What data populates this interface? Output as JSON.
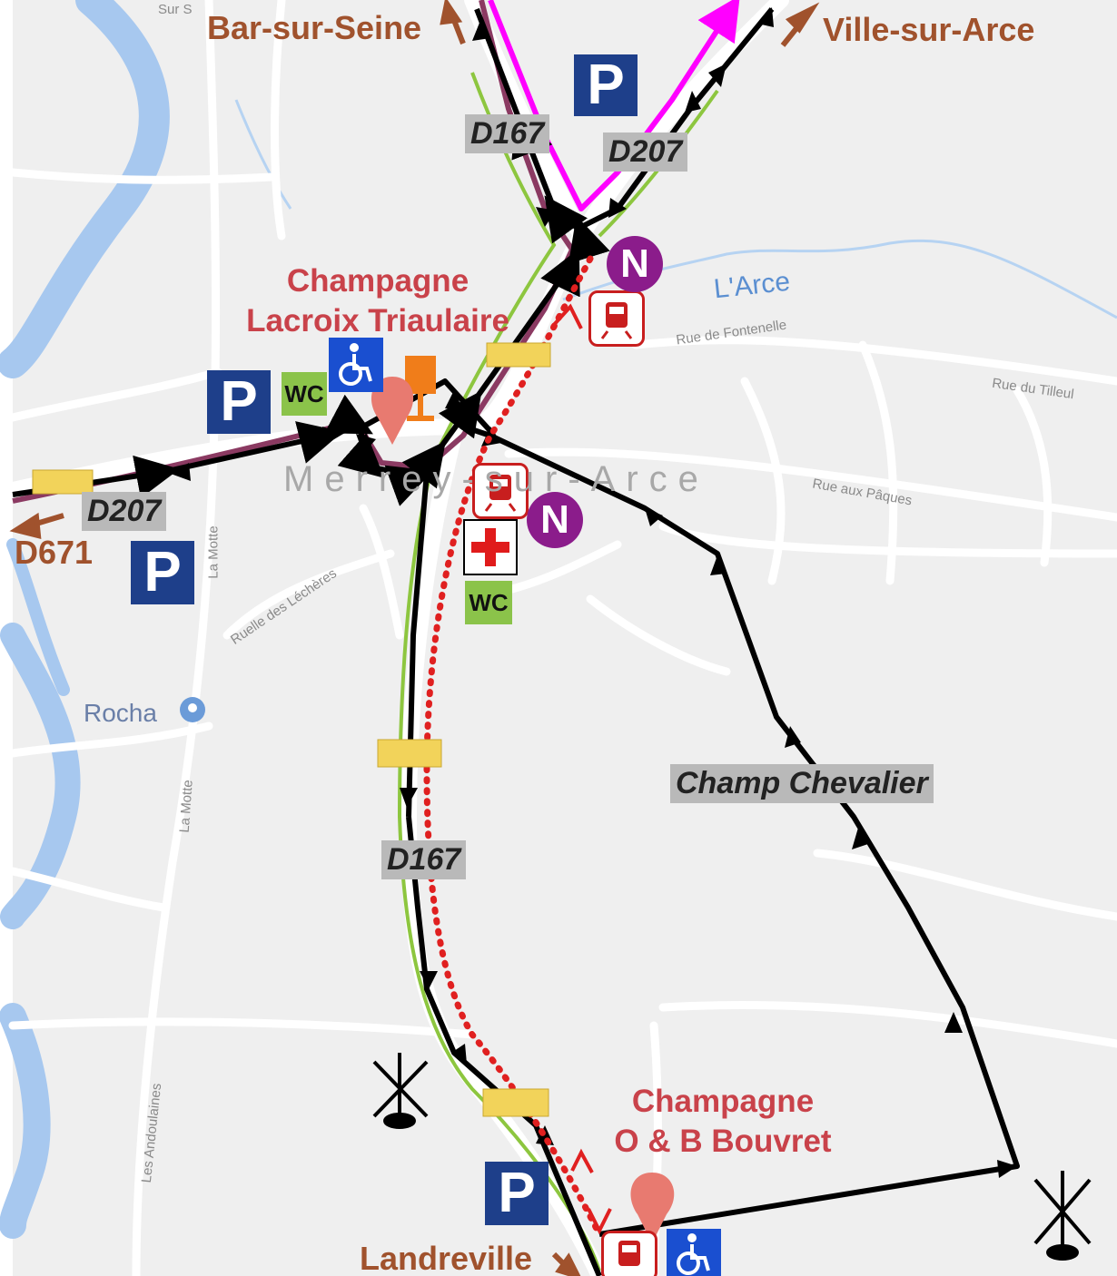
{
  "map": {
    "destinations": {
      "bar_sur_seine": "Bar-sur-Seine",
      "ville_sur_arce": "Ville-sur-Arce",
      "d671": "D671",
      "landreville": "Landreville"
    },
    "pois": {
      "lacroix_line1": "Champagne",
      "lacroix_line2": "Lacroix Triaulaire",
      "bouvret_line1": "Champagne",
      "bouvret_line2": "O & B Bouvret"
    },
    "route_labels": {
      "d167_top": "D167",
      "d207_top": "D207",
      "d207_left": "D207",
      "d167_mid": "D167",
      "champ_chevalier": "Champ Chevalier"
    },
    "streets": {
      "rue_de_fontenelle": "Rue de Fontenelle",
      "rue_du_tilleul": "Rue du Tilleul",
      "rue_aux_paques": "Rue aux Pâques",
      "ruelle_des_lecheres": "Ruelle des Léchères",
      "la_motte_1": "La Motte",
      "la_motte_2": "La Motte",
      "les_andoulaines": "Les Andoulaines",
      "sur_s": "Sur S"
    },
    "place_names": {
      "town": "Merrey-sur-Arce",
      "river": "L'Arce",
      "rocha": "Rocha"
    },
    "symbols": {
      "parking": "P",
      "wc": "WC",
      "n": "N"
    },
    "colors": {
      "route_black": "#000000",
      "route_magenta": "#ff00ff",
      "route_purple": "#8b3a62",
      "route_green": "#8dc63f",
      "route_dotted_red": "#e02020",
      "river_blue": "#a7c8ef",
      "parking_blue": "#1e3f8a",
      "wc_green": "#8bc34a",
      "n_purple": "#8b1c8b",
      "direction_brown": "#a0522d",
      "poi_red": "#c9424a"
    },
    "icons": [
      "parking-icon",
      "wc-icon",
      "wheelchair-icon",
      "train-icon",
      "first-aid-icon",
      "n-icon",
      "helipad-icon",
      "wine-glass-icon",
      "map-pin-icon",
      "direction-arrow-icon"
    ]
  }
}
